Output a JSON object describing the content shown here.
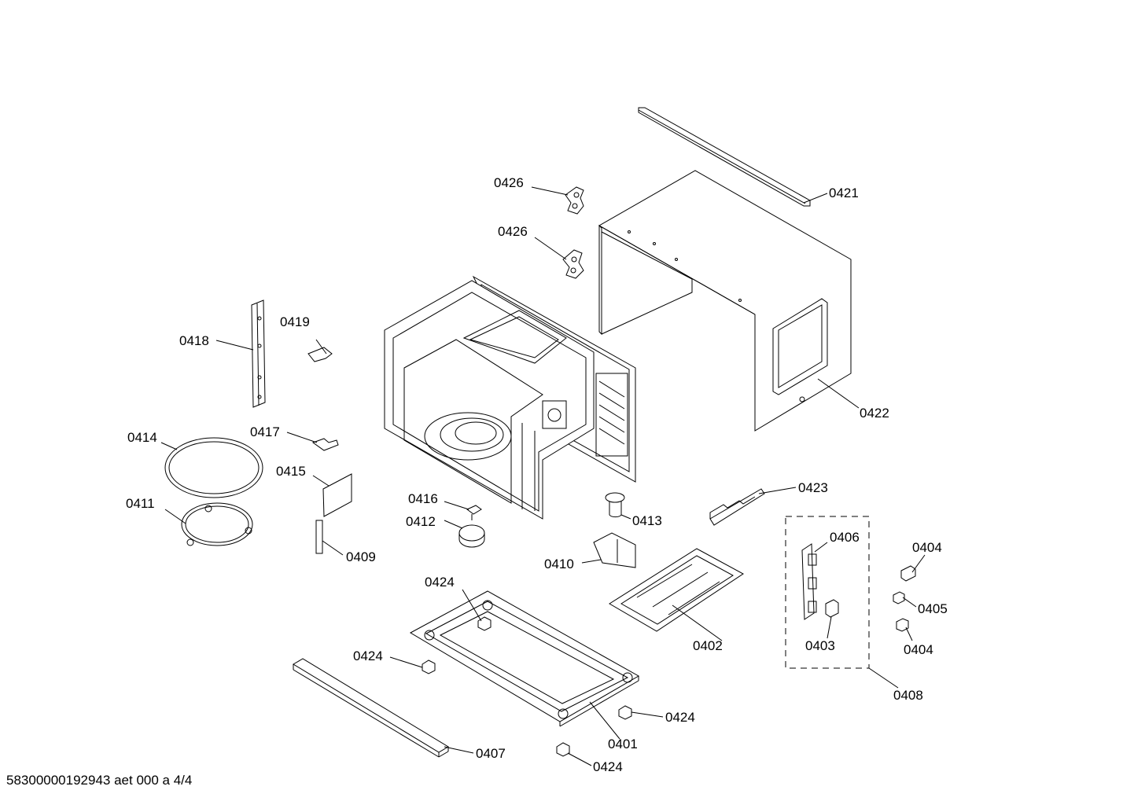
{
  "labels": {
    "p0426a": "0426",
    "p0426b": "0426",
    "p0421": "0421",
    "p0418": "0418",
    "p0419": "0419",
    "p0422": "0422",
    "p0414": "0414",
    "p0417": "0417",
    "p0415": "0415",
    "p0411": "0411",
    "p0416": "0416",
    "p0412": "0412",
    "p0413": "0413",
    "p0423": "0423",
    "p0409": "0409",
    "p0410": "0410",
    "p0406": "0406",
    "p0404a": "0404",
    "p0424a": "0424",
    "p0405": "0405",
    "p0402": "0402",
    "p0403": "0403",
    "p0404b": "0404",
    "p0424b": "0424",
    "p0408": "0408",
    "p0424c": "0424",
    "p0401": "0401",
    "p0407": "0407",
    "p0424d": "0424"
  },
  "footer": "58300000192943 aet 000 a 4/4"
}
